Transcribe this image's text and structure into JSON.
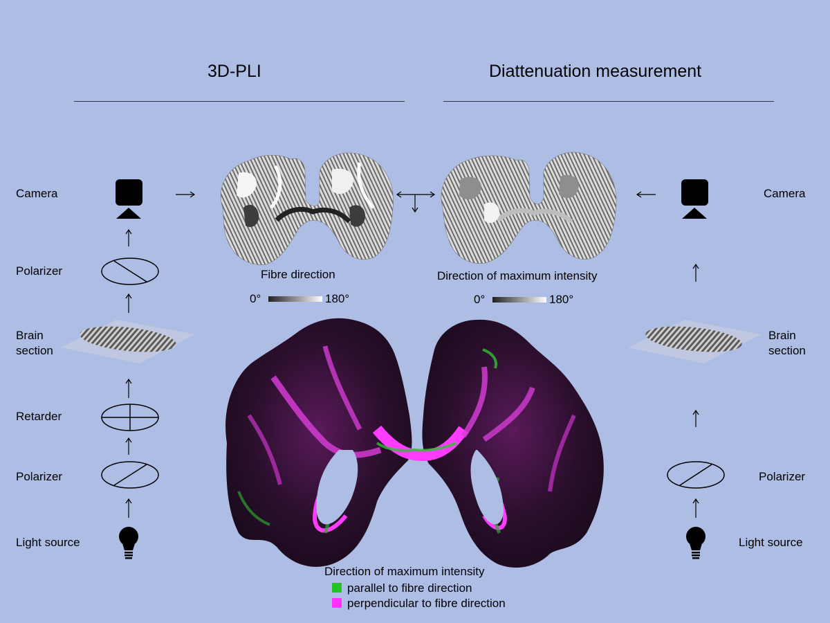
{
  "titles": {
    "left": "3D-PLI",
    "right": "Diattenuation measurement"
  },
  "left_setup": {
    "camera": "Camera",
    "polarizer_top": "Polarizer",
    "brain_section_line1": "Brain",
    "brain_section_line2": "section",
    "retarder": "Retarder",
    "polarizer_bottom": "Polarizer",
    "light_source": "Light source"
  },
  "right_setup": {
    "camera": "Camera",
    "brain_section_line1": "Brain",
    "brain_section_line2": "section",
    "polarizer": "Polarizer",
    "light_source": "Light source"
  },
  "top_left_image": {
    "caption": "Fibre direction",
    "scale_min": "0°",
    "scale_max": "180°"
  },
  "top_right_image": {
    "caption": "Direction of maximum  intensity",
    "scale_min": "0°",
    "scale_max": "180°"
  },
  "bottom_image": {
    "caption": "Direction of maximum  intensity",
    "legend": [
      {
        "label": "parallel to fibre direction",
        "color": "#22c322"
      },
      {
        "label": "perpendicular  to fibre direction",
        "color": "#ff33ff"
      }
    ]
  },
  "colors": {
    "background": "#aebde4",
    "green": "#22c322",
    "magenta": "#ff33ff"
  }
}
